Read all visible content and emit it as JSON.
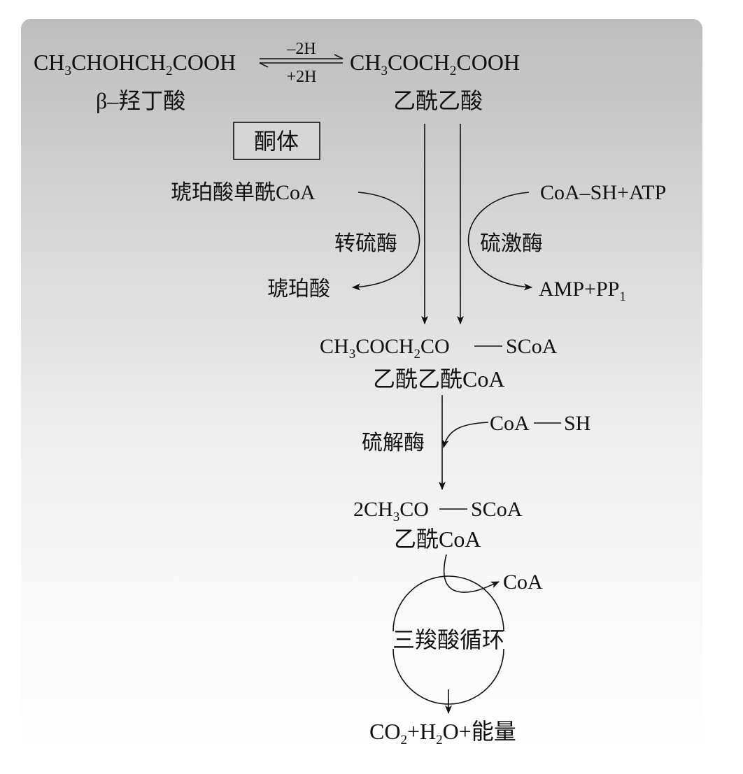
{
  "reactions": {
    "bhb_formula": [
      "CH",
      "3",
      "CHOHCH",
      "2",
      "COOH"
    ],
    "bhb_name": "β–羟丁酸",
    "minus_2h": "–2H",
    "plus_2h": "+2H",
    "aca_formula": [
      "CH",
      "3",
      "COCH",
      "2",
      "COOH"
    ],
    "aca_name": "乙酰乙酸",
    "ketone_box": "酮体"
  },
  "activation": {
    "left_substrate": "琥珀酸单酰CoA",
    "left_enzyme": "转硫酶",
    "left_product": "琥珀酸",
    "right_substrate": "CoA–SH+ATP",
    "right_enzyme": "硫激酶",
    "right_product": [
      "AMP+PP",
      "1"
    ]
  },
  "acetoacetyl_coa": {
    "formula": [
      "CH",
      "3",
      "COCH",
      "2",
      "CO"
    ],
    "scoa": "SCoA",
    "name": "乙酰乙酰CoA"
  },
  "thiolysis": {
    "enzyme": "硫解酶",
    "coa": "CoA",
    "sh": "SH"
  },
  "acetyl_coa": {
    "formula": [
      "2CH",
      "3",
      "CO"
    ],
    "scoa": "SCoA",
    "name": "乙酰CoA"
  },
  "tca": {
    "released": "CoA",
    "label": "三羧酸循环"
  },
  "final": {
    "formula": [
      "CO",
      "2",
      "+H",
      "2",
      "O+能量"
    ]
  }
}
